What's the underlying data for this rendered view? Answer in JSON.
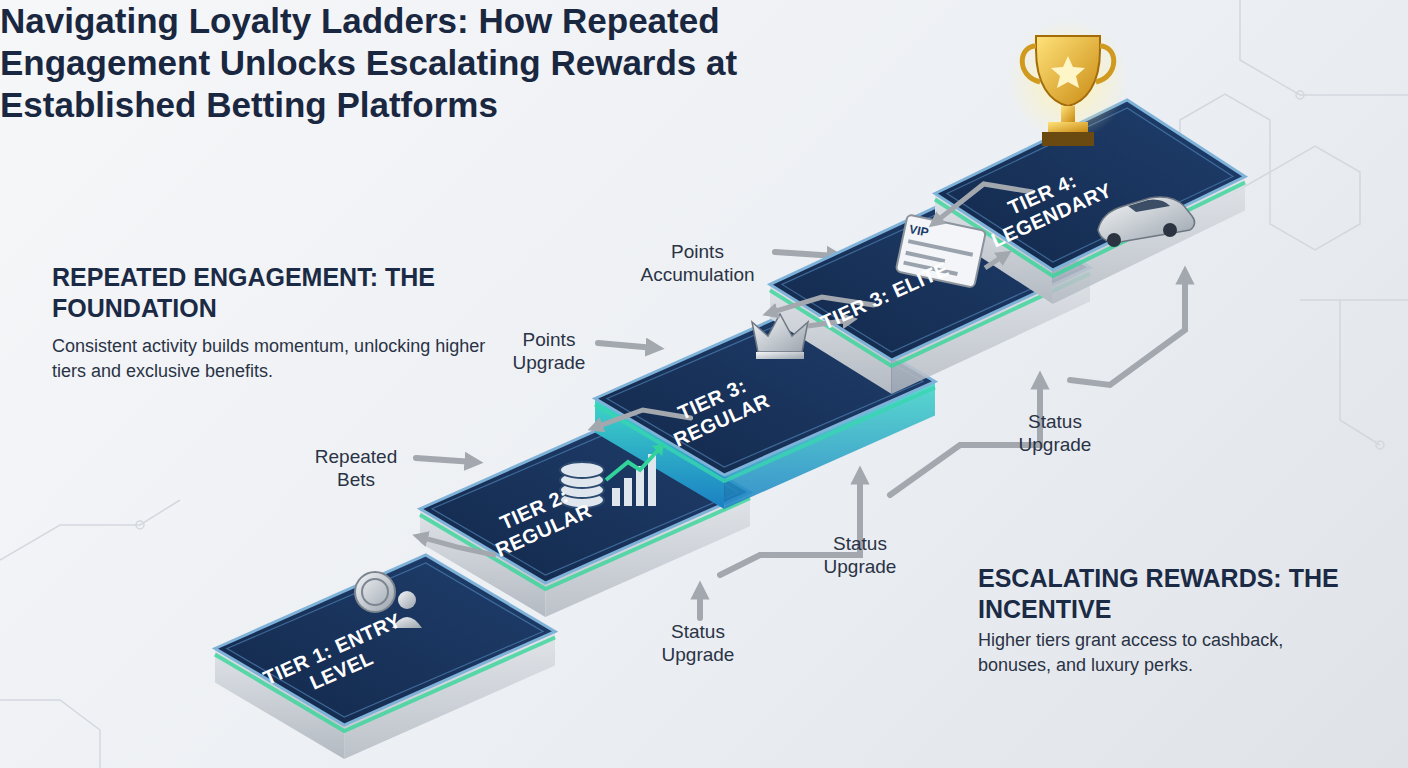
{
  "diagram": {
    "title": "Navigating Loyalty Ladders: How Repeated Engagement Unlocks Escalating Rewards at Established Betting Platforms",
    "nodes": [
      {
        "text": [
          "TIER 1: ENTRY LEVEL"
        ]
      },
      {
        "text": [
          "TIER 2: REGULAR"
        ]
      },
      {
        "text": [
          "TIER 3: REGULAR"
        ]
      },
      {
        "text": [
          "TIER 3: ELITE"
        ]
      },
      {
        "text": [
          "TIER 4: LEGENDARY"
        ]
      }
    ],
    "edges": [
      {
        "from": 0,
        "to": 1,
        "arrow": "to"
      },
      {
        "from": 1,
        "to": 2,
        "arrow": "to"
      },
      {
        "from": 2,
        "to": 3,
        "arrow": "to"
      },
      {
        "from": 3,
        "to": 4,
        "arrow": "to"
      }
    ],
    "labels": [
      "REPEATED ENGAGEMENT: THE FOUNDATION",
      "Consistent activity builds momentum, unlocking higher tiers and exclusive benefits.",
      "ESCALATING REWARDS: THE INCENTIVE",
      "Higher tiers grant access to cashback, bonuses, and luxury perks.",
      "Points Accumulation",
      "Points Upgrade",
      "Repeated Bets",
      "Status Upgrade",
      "Status Upgrade",
      "Status Upgrade",
      "VIP"
    ]
  }
}
